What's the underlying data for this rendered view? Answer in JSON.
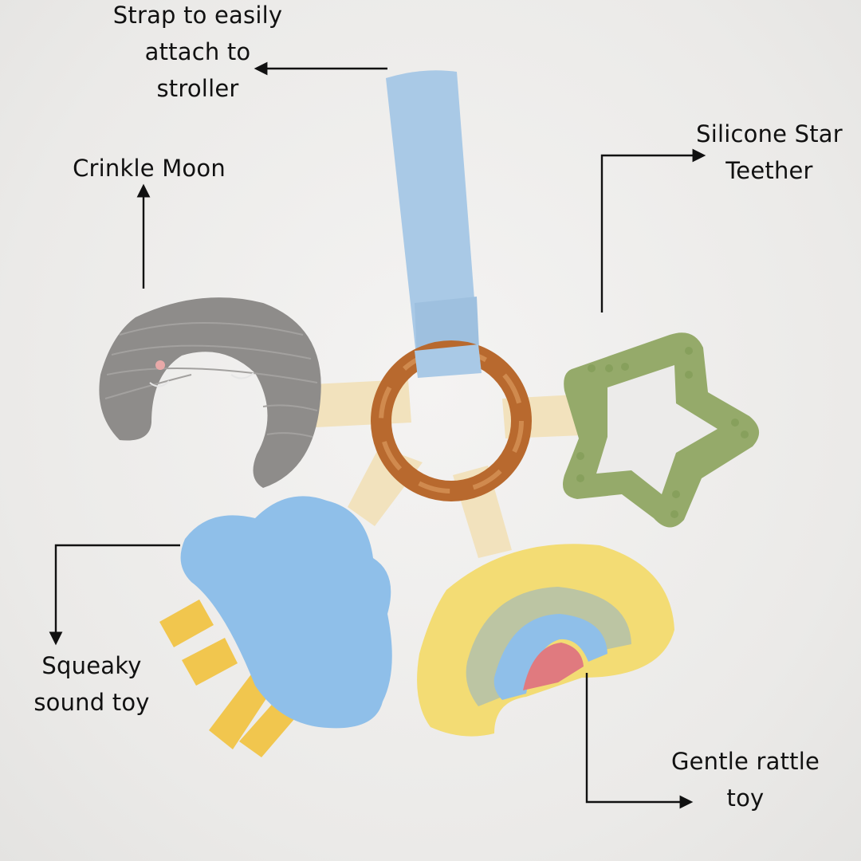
{
  "labels": {
    "strap": "Strap to easily\nattach to\nstroller",
    "moon": "Crinkle Moon",
    "star": "Silicone Star\nTeether",
    "cloud": "Squeaky\nsound toy",
    "rainbow": "Gentle rattle\ntoy"
  },
  "colors": {
    "background": "#ecebea",
    "strap_blue": "#a9c9e6",
    "ribbon_cream": "#f2e2bd",
    "ring_wood": "#b8692e",
    "moon_grey": "#8e8c8a",
    "cloud_blue": "#8fbfe9",
    "rainbow_yellow": "#f3dc74",
    "rainbow_sage": "#bcc5a3",
    "rainbow_pink": "#e07a7f",
    "star_green": "#95aa6a",
    "tag_yellow": "#f1c64e",
    "arrow": "#111111"
  }
}
